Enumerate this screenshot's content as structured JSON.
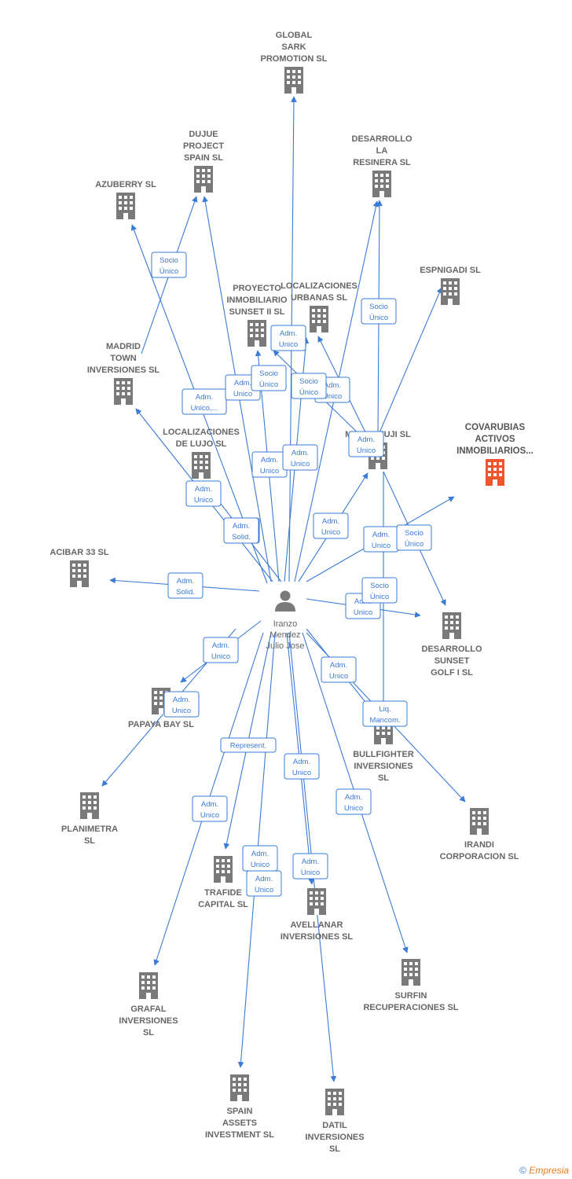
{
  "person": {
    "id": "iranzo",
    "name": [
      "Iranzo",
      "Mendez",
      "Julio Jose"
    ]
  },
  "companies": [
    {
      "id": "global",
      "name": [
        "GLOBAL",
        "SARK",
        "PROMOTION SL"
      ],
      "focus": false
    },
    {
      "id": "dujue",
      "name": [
        "DUJUE",
        "PROJECT",
        "SPAIN  SL"
      ],
      "focus": false
    },
    {
      "id": "desres",
      "name": [
        "DESARROLLO",
        "LA",
        "RESINERA  SL"
      ],
      "focus": false
    },
    {
      "id": "azuberry",
      "name": [
        "AZUBERRY  SL"
      ],
      "focus": false
    },
    {
      "id": "espnigadi",
      "name": [
        "ESPNIGADI  SL"
      ],
      "focus": false
    },
    {
      "id": "proyecto",
      "name": [
        "PROYECTO",
        "INMOBILIARIO",
        "SUNSET II  SL"
      ],
      "focus": false
    },
    {
      "id": "locurb",
      "name": [
        "LOCALIZACIONES",
        "URBANAS SL"
      ],
      "focus": false
    },
    {
      "id": "madrid",
      "name": [
        "MADRID",
        "TOWN",
        "INVERSIONES SL"
      ],
      "focus": false
    },
    {
      "id": "loclujo",
      "name": [
        "LOCALIZACIONES",
        "DE LUJO SL"
      ],
      "focus": false
    },
    {
      "id": "montefuji",
      "name": [
        "MONTE FUJI SL"
      ],
      "focus": false
    },
    {
      "id": "covarrubias",
      "name": [
        "COVARUBIAS",
        "ACTIVOS",
        "INMOBILIARIOS..."
      ],
      "focus": true
    },
    {
      "id": "acibar",
      "name": [
        "ACIBAR 33  SL"
      ],
      "focus": false
    },
    {
      "id": "dessunset",
      "name": [
        "DESARROLLO",
        "SUNSET",
        "GOLF I  SL"
      ],
      "focus": false
    },
    {
      "id": "papaya",
      "name": [
        "PAPAYA BAY SL"
      ],
      "focus": false
    },
    {
      "id": "bullfighter",
      "name": [
        "BULLFIGHTER",
        "INVERSIONES",
        "SL"
      ],
      "focus": false
    },
    {
      "id": "planimetra",
      "name": [
        "PLANIMETRA",
        "SL"
      ],
      "focus": false
    },
    {
      "id": "irandi",
      "name": [
        "IRANDI",
        "CORPORACION SL"
      ],
      "focus": false
    },
    {
      "id": "trafide",
      "name": [
        "TRAFIDE",
        "CAPITAL  SL"
      ],
      "focus": false
    },
    {
      "id": "avellanar",
      "name": [
        "AVELLANAR",
        "INVERSIONES SL"
      ],
      "focus": false
    },
    {
      "id": "grafal",
      "name": [
        "GRAFAL",
        "INVERSIONES",
        "SL"
      ],
      "focus": false
    },
    {
      "id": "surfin",
      "name": [
        "SURFIN",
        "RECUPERACIONES SL"
      ],
      "focus": false
    },
    {
      "id": "spain",
      "name": [
        "SPAIN",
        "ASSETS",
        "INVESTMENT SL"
      ],
      "focus": false
    },
    {
      "id": "datil",
      "name": [
        "DATIL",
        "INVERSIONES",
        "SL"
      ],
      "focus": false
    }
  ],
  "relations": [
    {
      "from": "iranzo",
      "to": "global",
      "label": [
        "Adm.",
        "Unico"
      ]
    },
    {
      "from": "madrid",
      "to": "dujue",
      "label": [
        "Socio",
        "Único"
      ]
    },
    {
      "from": "iranzo",
      "to": "dujue",
      "label": [
        "Adm.",
        "Unico,..."
      ]
    },
    {
      "from": "iranzo",
      "to": "azuberry",
      "label": [
        "Adm.",
        "Unico"
      ]
    },
    {
      "from": "montefuji",
      "to": "desres",
      "label": [
        "Socio",
        "Único"
      ]
    },
    {
      "from": "iranzo",
      "to": "desres",
      "label": [
        "Adm.",
        "Unico"
      ]
    },
    {
      "from": "montefuji",
      "to": "espnigadi",
      "label": [
        "Adm.",
        "Unico"
      ]
    },
    {
      "from": "iranzo",
      "to": "proyecto",
      "label": [
        "Adm.",
        "Unico"
      ]
    },
    {
      "from": "montefuji",
      "to": "proyecto",
      "label": [
        "Socio",
        "Único"
      ]
    },
    {
      "from": "iranzo",
      "to": "locurb",
      "label": [
        "Adm.",
        "Unico"
      ]
    },
    {
      "from": "montefuji",
      "to": "locurb",
      "label": [
        "Socio",
        "Único"
      ]
    },
    {
      "from": "iranzo",
      "to": "madrid",
      "label": [
        "Adm.",
        "Solid."
      ]
    },
    {
      "from": "iranzo",
      "to": "montefuji",
      "label": [
        "Adm.",
        "Unico"
      ]
    },
    {
      "from": "iranzo",
      "to": "covarrubias",
      "label": [
        "Adm.",
        "Unico"
      ]
    },
    {
      "from": "iranzo",
      "to": "acibar",
      "label": [
        "Adm.",
        "Solid."
      ]
    },
    {
      "from": "iranzo",
      "to": "dessunset",
      "label": [
        "Adm.",
        "Unico"
      ]
    },
    {
      "from": "montefuji",
      "to": "dessunset",
      "label": [
        "Socio",
        "Único"
      ]
    },
    {
      "from": "montefuji",
      "to": "bullfighter",
      "label": [
        "Socio",
        "Único"
      ]
    },
    {
      "from": "iranzo",
      "to": "papaya",
      "label": [
        "Adm.",
        "Unico"
      ]
    },
    {
      "from": "iranzo",
      "to": "planimetra",
      "label": [
        "Adm.",
        "Unico"
      ]
    },
    {
      "from": "iranzo",
      "to": "bullfighter",
      "label": [
        "Adm.",
        "Unico"
      ]
    },
    {
      "from": "iranzo",
      "to": "irandi",
      "label": [
        "Liq.",
        "Mancom."
      ]
    },
    {
      "from": "iranzo",
      "to": "trafide",
      "label": [
        "Represent."
      ]
    },
    {
      "from": "iranzo",
      "to": "avellanar",
      "label": [
        "Adm.",
        "Unico"
      ]
    },
    {
      "from": "iranzo",
      "to": "grafal",
      "label": [
        "Adm.",
        "Unico"
      ]
    },
    {
      "from": "iranzo",
      "to": "surfin",
      "label": [
        "Adm.",
        "Unico"
      ]
    },
    {
      "from": "iranzo",
      "to": "spain",
      "label": [
        "Adm.",
        "Unico"
      ]
    },
    {
      "from": "iranzo",
      "to": "datil",
      "label": [
        "Adm.",
        "Unico"
      ]
    },
    {
      "from": "iranzo",
      "to": "loclujo",
      "label": [
        "Adm.",
        "Unico"
      ]
    }
  ],
  "footer": {
    "copyright": "©",
    "brand": "Empresia"
  },
  "colors": {
    "edge": "#3a7bd5",
    "building": "#7a7a7a",
    "focus_building": "#f0562c",
    "label": "#666666"
  }
}
